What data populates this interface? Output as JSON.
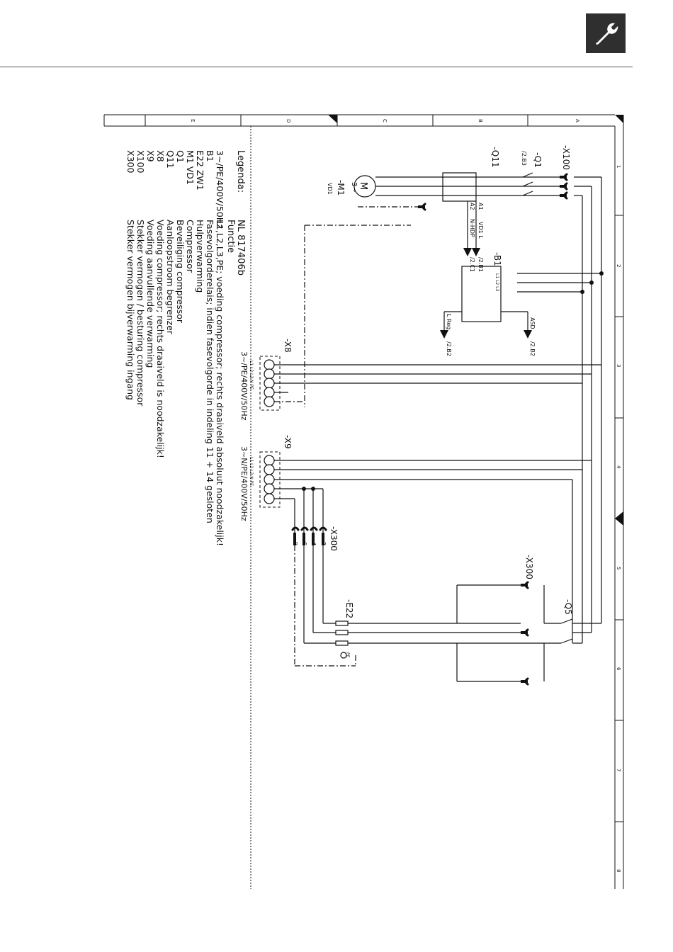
{
  "header": {
    "icon": "wrench-icon"
  },
  "frame": {
    "row_letters": [
      "A",
      "B",
      "C",
      "D",
      "E"
    ],
    "column_numbers": [
      "1",
      "2",
      "3",
      "4",
      "5",
      "6",
      "7",
      "8"
    ]
  },
  "components": {
    "x100": "-X100",
    "q1": "-Q1",
    "q1_ref": "/2.B3",
    "q11": "-Q11",
    "motor_symbol": "M",
    "motor_phase": "3~",
    "m1": "-M1",
    "vd1": "VD1",
    "a1": "A1",
    "a2": "A2",
    "vd1l": "VD1 L",
    "nhdp": "N-HDP",
    "ref_2b1": "/2.B1",
    "ref_2c1": "/2.C1",
    "b1": "-B1",
    "b1_terms": "L1 L2 L3",
    "asd": "ASD",
    "ref_2b2_a": "/2.B2",
    "lreg": "L Reg",
    "ref_2b2_b": "/2.B2",
    "x8": "-X8",
    "x8_supply": "3~/PE/400V/50Hz",
    "x8_terms": "L1 L2 L3 N PE",
    "x9": "-X9",
    "x9_supply": "3~N/PE/400V/50Hz",
    "x9_terms": "L1 L2 L3 N PE",
    "x300": "-X300",
    "x300_pins": [
      "2",
      "4",
      "6",
      "9"
    ],
    "x300b": "-X300",
    "q5": "-Q5",
    "e22": "-E22",
    "pe": "PE"
  },
  "legend": {
    "title": "Legenda:",
    "doc_number": "NL 817406b",
    "function_header": "Functie",
    "rows": [
      {
        "code": "3~/PE/400V/50Hz",
        "text": "L1,L2,L3,PE; voeding compressor; rechts draaiveld absoluut noodzakelijk!"
      },
      {
        "code": "B1",
        "text": "Fasevolgorderelais; indien fasevolgorde in indeling 11 + 14 gesloten"
      },
      {
        "code": "E22   ZW1",
        "text": "Hulpverwarming"
      },
      {
        "code": "M1    VD1",
        "text": "Compressor"
      },
      {
        "code": "Q1",
        "text": "Beveiliging compressor"
      },
      {
        "code": "Q11",
        "text": "Aanloopstroom begrenzer"
      },
      {
        "code": "X8",
        "text": "Voeding compressor; rechts draaiveld is noodzakelijk!"
      },
      {
        "code": "X9",
        "text": "Voeding aanvullende verwarming"
      },
      {
        "code": "X100",
        "text": "Stekker vermogen / besturing compressor"
      },
      {
        "code": "X300",
        "text": "Stekker vermogen bijverwarming ingang"
      }
    ]
  },
  "colors": {
    "ink": "#111111",
    "icon_bg": "#2f2f2f"
  }
}
